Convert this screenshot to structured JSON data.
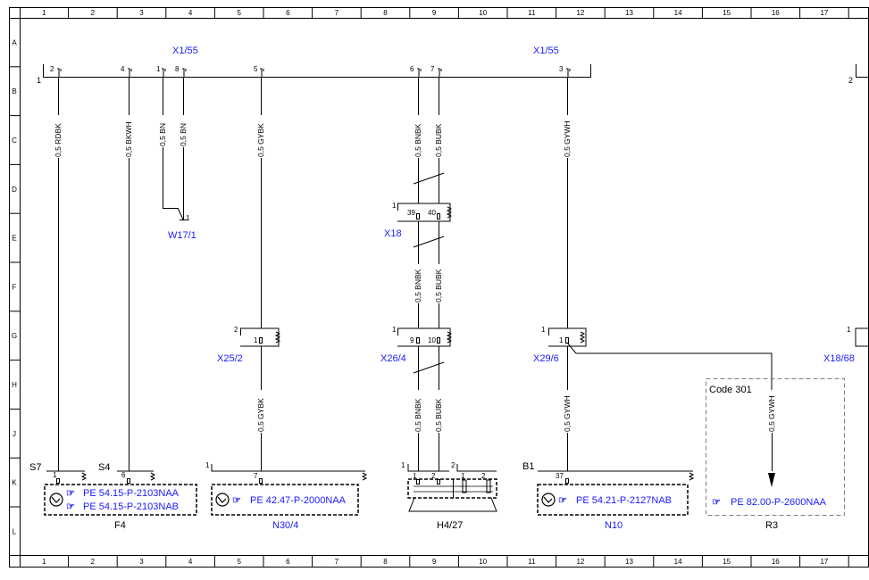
{
  "grid": {
    "columns": [
      "1",
      "2",
      "3",
      "4",
      "5",
      "6",
      "7",
      "8",
      "9",
      "10",
      "11",
      "12",
      "13",
      "14",
      "15",
      "16",
      "17"
    ],
    "rows": [
      "A",
      "B",
      "C",
      "D",
      "E",
      "F",
      "G",
      "H",
      "J",
      "K",
      "L"
    ]
  },
  "connectors": {
    "x1_55_left": "X1/55",
    "x1_55_right": "X1/55",
    "x18": "X18",
    "x25_2": "X25/2",
    "x26_4": "X26/4",
    "x29_6": "X29/6",
    "x18_68": "X18/68",
    "w17_1": "W17/1"
  },
  "bus_points": {
    "left": "1",
    "right": "2"
  },
  "pins": {
    "x1_2": "2",
    "x1_4": "4",
    "x1_1": "1",
    "x1_8": "8",
    "x1_5": "5",
    "x1_6": "6",
    "x1_7": "7",
    "x1_3": "3",
    "x18_39": "39",
    "x18_40": "40",
    "x18_id": "1",
    "x25_1": "1",
    "x25_id": "2",
    "x26_9": "9",
    "x26_10": "10",
    "x26_id": "1",
    "x29_1": "1",
    "x29_id": "1",
    "x18_68_id": "1",
    "w17_pin": "1",
    "f4_s7": "S7",
    "f4_s4": "S4",
    "f4_1": "1",
    "f4_6": "6",
    "n30_id": "1",
    "n30_7": "7",
    "h4_1": "1",
    "h4_2": "2",
    "h4_id1": "1",
    "h4_id2": "2",
    "h4_b1": "1",
    "h4_b2": "2",
    "n10_b1": "B1",
    "n10_37": "37"
  },
  "wires": {
    "rdbk": "0,5 RDBK",
    "bkwh": "0,5 BKWH",
    "bn1": "0,5 BN",
    "bn2": "0,5 BN",
    "gybk_top": "0,5 GYBK",
    "bnbk_top": "0,5 BNBK",
    "bubk_top": "0,5 BUBK",
    "gywh_top": "0,5 GYWH",
    "bnbk_mid": "0,5 BNBK",
    "bubk_mid": "0,5 BUBK",
    "gybk_low": "0,5 GYBK",
    "bnbk_low": "0,5 BNBK",
    "bubk_low": "0,5 BUBK",
    "gywh_low": "0,5 GYWH",
    "gywh_code": "0,5 GYWH"
  },
  "components": {
    "f4": {
      "name": "F4",
      "ref1": "PE 54.15-P-2103NAA",
      "ref2": "PE 54.15-P-2103NAB"
    },
    "n30_4": {
      "name": "N30/4",
      "ref1": "PE 42.47-P-2000NAA"
    },
    "h4_27": {
      "name": "H4/27"
    },
    "n10": {
      "name": "N10",
      "ref1": "PE 54.21-P-2127NAB"
    },
    "r3": {
      "name": "R3",
      "ref1": "PE 82.00-P-2600NAA",
      "code": "Code 301"
    }
  },
  "colors": {
    "line": "#000000",
    "link": "#1a1aff",
    "dashed_box": "#808080"
  }
}
